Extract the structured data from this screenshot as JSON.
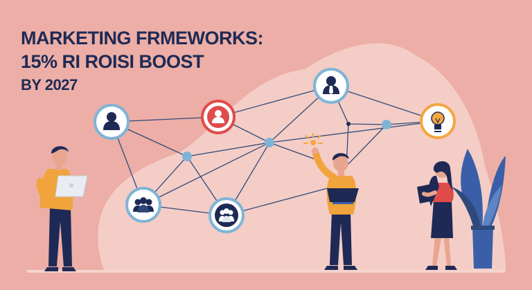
{
  "headline": {
    "line1": "MARKETING FRMEWORKS:",
    "line2": "15% RI ROISI BOOST",
    "line3": "BY 2027"
  },
  "colors": {
    "background": "#ecaea6",
    "blob": "#f4cdc6",
    "navy": "#1e2a55",
    "red_accent": "#e04b4b",
    "orange_accent": "#f3a640",
    "node_blue": "#7fb4d6",
    "shirt_orange": "#f0a43b",
    "plant_blue": "#3a5fa8"
  },
  "icons": {
    "node_1": "person-icon",
    "node_2": "person-red-icon",
    "node_3": "manager-icon",
    "node_4": "group-icon",
    "node_5": "team-icon",
    "node_6": "lightbulb-icon"
  }
}
